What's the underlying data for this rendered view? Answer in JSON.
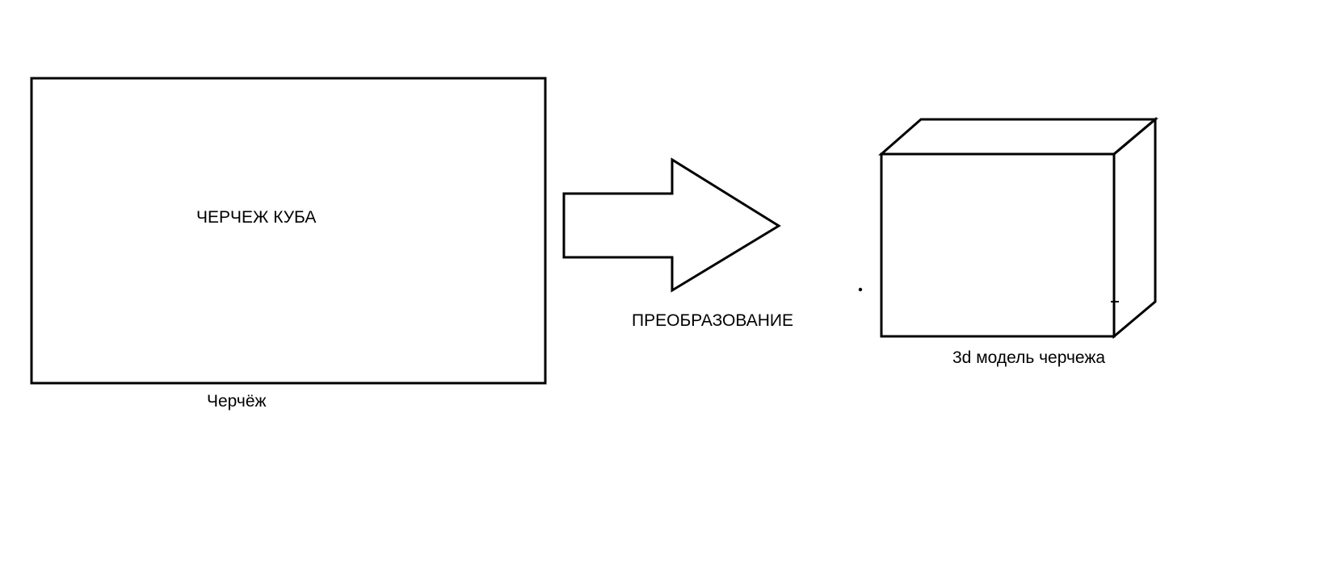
{
  "drawing": {
    "inner_label": "ЧЕРЧЕЖ КУБА",
    "caption": "Черчёж"
  },
  "transformation": {
    "caption": "ПРЕОБРАЗОВАНИЕ"
  },
  "model": {
    "caption": "3d модель черчежа"
  },
  "colors": {
    "stroke": "#000000",
    "background": "#ffffff"
  }
}
